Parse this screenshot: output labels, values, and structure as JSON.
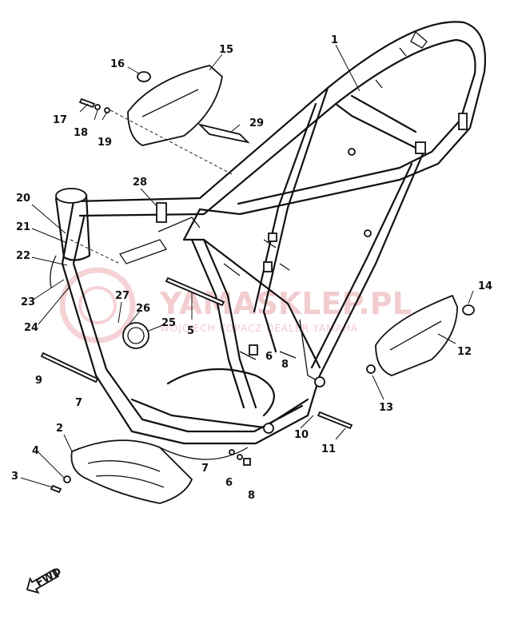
{
  "watermark": {
    "brand": "YAMASKLEP.PL",
    "tagline": "WOJCIECH KOPACZ DEALER YAMAHA",
    "color": "#e9a5ab"
  },
  "fwd_label": "FWD",
  "callouts": [
    "1",
    "2",
    "3",
    "4",
    "5",
    "6",
    "6",
    "7",
    "7",
    "8",
    "8",
    "9",
    "10",
    "11",
    "12",
    "13",
    "14",
    "15",
    "16",
    "17",
    "18",
    "19",
    "20",
    "21",
    "22",
    "23",
    "24",
    "25",
    "26",
    "27",
    "28",
    "29"
  ]
}
